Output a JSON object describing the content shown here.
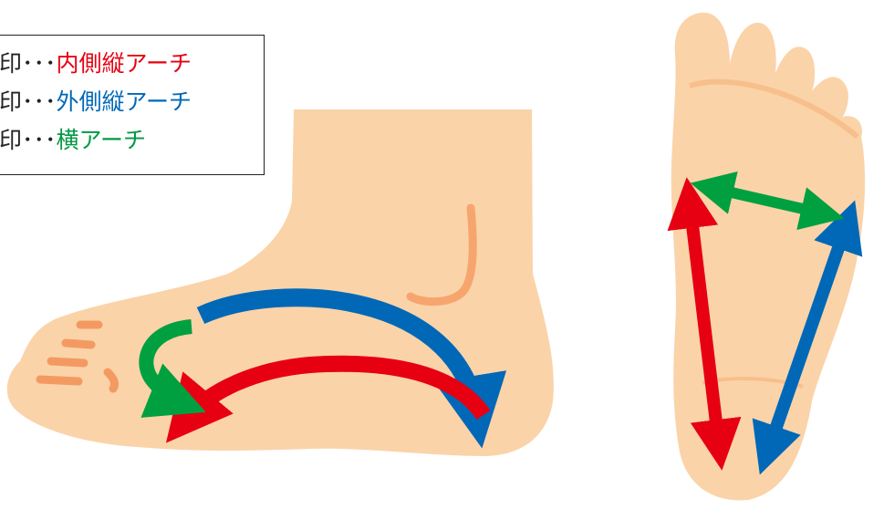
{
  "legend": {
    "items": [
      {
        "prefix": "印･･･",
        "label": "内側縦アーチ",
        "color": "#e60012"
      },
      {
        "prefix": "印･･･",
        "label": "外側縦アーチ",
        "color": "#0068b7"
      },
      {
        "prefix": "印･･･",
        "label": "横アーチ",
        "color": "#009944"
      }
    ]
  },
  "colors": {
    "skin": "#fbd3a9",
    "skin_shadow": "#f7bf8c",
    "toe_line": "#f39a62",
    "red": "#e60012",
    "blue": "#0068b7",
    "green": "#00a040"
  }
}
